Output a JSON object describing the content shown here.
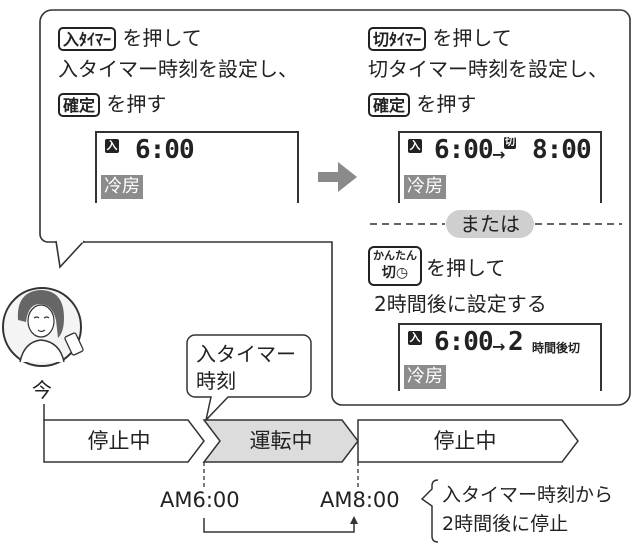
{
  "left_panel": {
    "btn_on_timer": "入ﾀｲﾏｰ",
    "line1_suffix": "を押して",
    "line2": "入タイマー時刻を設定し、",
    "btn_confirm": "確定",
    "line3_suffix": "を押す",
    "display": {
      "badge": "入",
      "time": "6:00",
      "mode": "冷房"
    }
  },
  "right_panel": {
    "btn_off_timer": "切ﾀｲﾏｰ",
    "line1_suffix": "を押して",
    "line2": "切タイマー時刻を設定し、",
    "btn_confirm": "確定",
    "line3_suffix": "を押す",
    "display": {
      "badge_on": "入",
      "time_on": "6:00",
      "badge_off": "切",
      "time_off": "8:00",
      "mode": "冷房"
    }
  },
  "or_label": "または",
  "alt": {
    "btn_top": "かんたん",
    "btn_bottom": "切",
    "btn_clock": "◷",
    "line1_suffix": "を押して",
    "line2": "2時間後に設定する",
    "display": {
      "badge": "入",
      "time": "6:00",
      "hours": "2",
      "label": "時間後切",
      "mode": "冷房"
    }
  },
  "now_label": "今",
  "callout": {
    "line1": "入タイマー",
    "line2": "時刻"
  },
  "timeline": {
    "segments": [
      {
        "label": "停止中",
        "fill": "#ffffff"
      },
      {
        "label": "運転中",
        "fill": "#dcdcdc"
      },
      {
        "label": "停止中",
        "fill": "#ffffff"
      }
    ],
    "start_time": "AM6:00",
    "end_time": "AM8:00"
  },
  "note": {
    "line1": "入タイマー時刻から",
    "line2": "2時間後に停止"
  }
}
